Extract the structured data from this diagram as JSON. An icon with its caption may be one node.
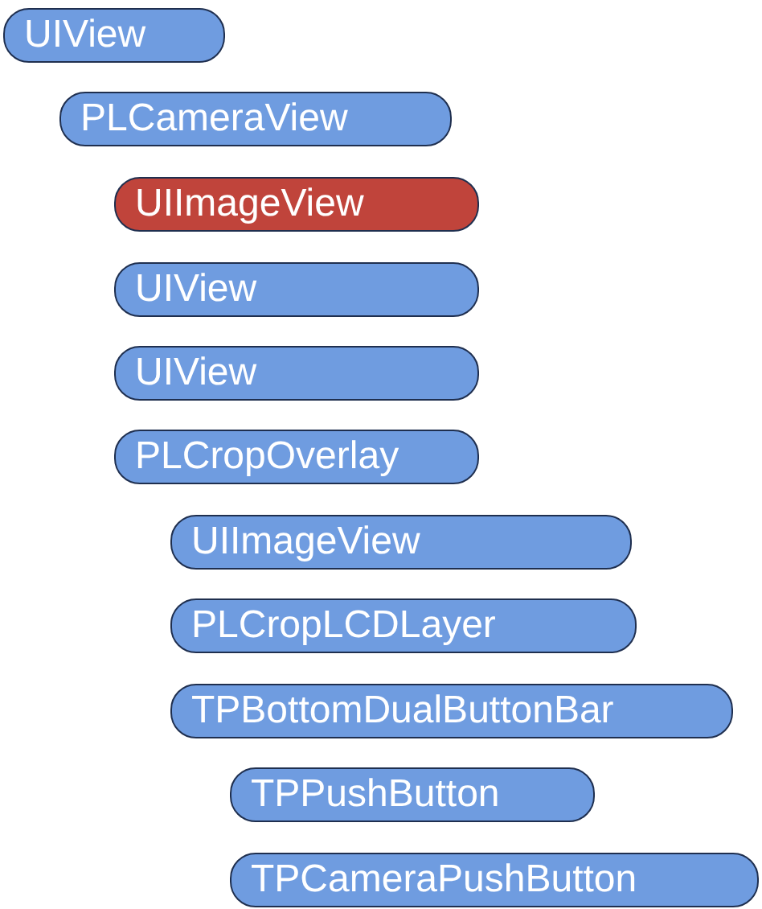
{
  "diagram": {
    "nodes": [
      {
        "text": [
          "UIView"
        ]
      },
      {
        "text": [
          "PLCameraView"
        ]
      },
      {
        "text": [
          "UIImageView"
        ]
      },
      {
        "text": [
          "UIView"
        ]
      },
      {
        "text": [
          "UIView"
        ]
      },
      {
        "text": [
          "PLCropOverlay"
        ]
      },
      {
        "text": [
          "UIImageView"
        ]
      },
      {
        "text": [
          "PLCropLCDLayer"
        ]
      },
      {
        "text": [
          "TPBottomDualButtonBar"
        ]
      },
      {
        "text": [
          "TPPushButton"
        ]
      },
      {
        "text": [
          "TPCameraPushButton"
        ]
      }
    ]
  }
}
